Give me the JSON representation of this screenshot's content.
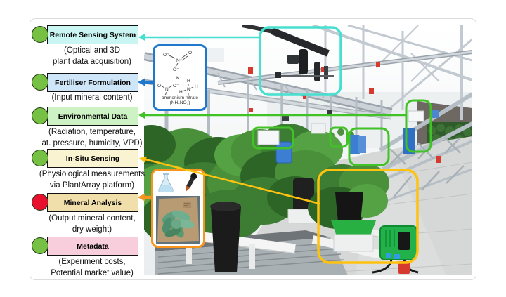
{
  "sidebar": {
    "items": [
      {
        "label": "Remote Sensing System",
        "caption_line1": "(Optical and 3D",
        "caption_line2": "plant data acquisition)",
        "fill": "#c9f5f2",
        "status_color": "#76c043"
      },
      {
        "label": "Fertiliser Formulation",
        "caption_line1": "(Input mineral content)",
        "caption_line2": "",
        "fill": "#cfe6f8",
        "status_color": "#76c043"
      },
      {
        "label": "Environmental Data",
        "caption_line1": "(Radiation, temperature,",
        "caption_line2": "at. pressure, humidity, VPD)",
        "fill": "#cdf2c4",
        "status_color": "#76c043"
      },
      {
        "label": "In-Situ Sensing",
        "caption_line1": "(Physiological measurements",
        "caption_line2": "via PlantArray platform)",
        "fill": "#faf3d1",
        "status_color": "#76c043"
      },
      {
        "label": "Mineral Analysis",
        "caption_line1": "(Output mineral content,",
        "caption_line2": "dry weight)",
        "fill": "#f1dfab",
        "status_color": "#e8112d"
      },
      {
        "label": "Metadata",
        "caption_line1": "(Experiment costs,",
        "caption_line2": "Potential market value)",
        "fill": "#f8cddc",
        "status_color": "#76c043"
      }
    ]
  },
  "annotations": {
    "chem_caption_line1": "ammonium nitrate",
    "chem_caption_line2": "(NH₄NO₃)",
    "colors": {
      "remote_sensing": "#45e0cf",
      "fertiliser": "#1f78cc",
      "environmental": "#41c226",
      "in_situ": "#ffc20e",
      "mineral": "#f7941d"
    },
    "icons": [
      "camera-rig-icon",
      "chemical-structure-icon",
      "erlenmeyer-flask-icon",
      "dropper-icon",
      "leaf-sample-photo"
    ]
  }
}
